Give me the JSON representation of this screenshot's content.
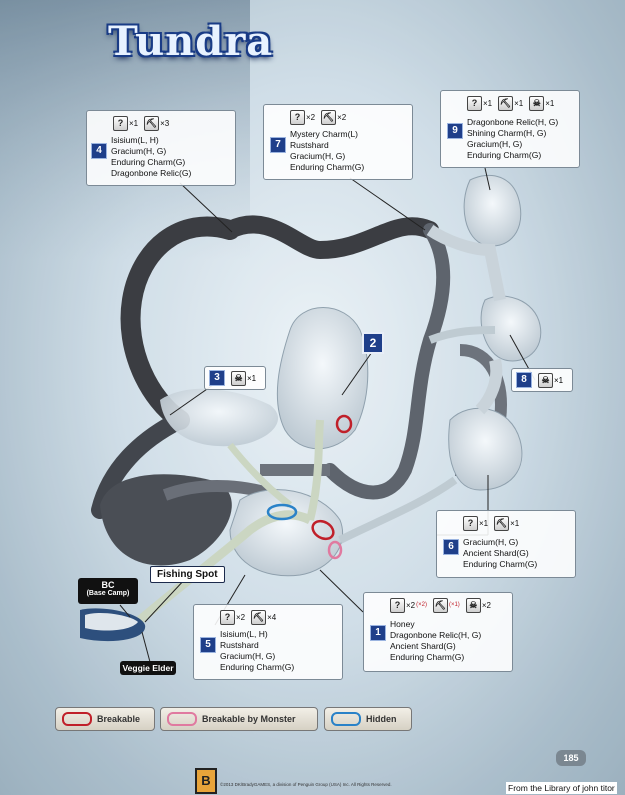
{
  "title": "Tundra",
  "page_number": "185",
  "credit": "From the Library of john titor",
  "copyright": "©2013 DK/BradyGAMES, a division of Penguin Group (USA) Inc. All Rights Reserved.",
  "areas": [
    {
      "num": "4",
      "icons": [
        {
          "icon": "gather-point-icon",
          "count": "×1"
        },
        {
          "icon": "mining-point-icon",
          "count": "×3"
        }
      ],
      "items": [
        "Isisium(L, H)",
        "Gracium(H, G)",
        "Enduring Charm(G)",
        "Dragonbone Relic(G)"
      ]
    },
    {
      "num": "7",
      "icons": [
        {
          "icon": "gather-point-icon",
          "count": "×2"
        },
        {
          "icon": "mining-point-icon",
          "count": "×2"
        }
      ],
      "items": [
        "Mystery Charm(L)",
        "Rustshard",
        "Gracium(H, G)",
        "Enduring Charm(G)"
      ]
    },
    {
      "num": "9",
      "icons": [
        {
          "icon": "gather-point-icon",
          "count": "×1"
        },
        {
          "icon": "mining-point-icon",
          "count": "×1"
        },
        {
          "icon": "bone-point-icon",
          "count": "×1"
        }
      ],
      "items": [
        "Dragonbone Relic(H, G)",
        "Shining Charm(H, G)",
        "Gracium(H, G)",
        "Enduring Charm(G)"
      ]
    },
    {
      "num": "3",
      "icons": [
        {
          "icon": "bone-point-icon",
          "count": "×1"
        }
      ],
      "items": []
    },
    {
      "num": "2",
      "icons": [],
      "items": []
    },
    {
      "num": "8",
      "icons": [
        {
          "icon": "bone-point-icon",
          "count": "×1"
        }
      ],
      "items": []
    },
    {
      "num": "6",
      "icons": [
        {
          "icon": "gather-point-icon",
          "count": "×1"
        },
        {
          "icon": "mining-point-icon",
          "count": "×1"
        }
      ],
      "items": [
        "Gracium(H, G)",
        "Ancient Shard(G)",
        "Enduring Charm(G)"
      ]
    },
    {
      "num": "5",
      "icons": [
        {
          "icon": "gather-point-icon",
          "count": "×2"
        },
        {
          "icon": "mining-point-icon",
          "count": "×4"
        }
      ],
      "items": [
        "Isisium(L, H)",
        "Rustshard",
        "Gracium(H, G)",
        "Enduring Charm(G)"
      ]
    },
    {
      "num": "1",
      "icons": [
        {
          "icon": "gather-point-icon",
          "count": "×2",
          "sub": "(×2)"
        },
        {
          "icon": "mining-point-icon",
          "count": "",
          "sub": "(×1)"
        },
        {
          "icon": "bone-point-icon",
          "count": "×2"
        }
      ],
      "items": [
        "Honey",
        "Dragonbone Relic(H, G)",
        "Ancient Shard(G)",
        "Enduring Charm(G)"
      ]
    }
  ],
  "labels": {
    "bc": "BC",
    "bc_sub": "(Base Camp)",
    "fishing": "Fishing Spot",
    "veggie": "Veggie Elder"
  },
  "legend": [
    {
      "label": "Breakable",
      "color": "#c0202a"
    },
    {
      "label": "Breakable by Monster",
      "color": "#e07aa0"
    },
    {
      "label": "Hidden",
      "color": "#2a82c8"
    }
  ],
  "colors": {
    "badge": "#1f3f8a",
    "title_outline": "#1a3c86"
  }
}
